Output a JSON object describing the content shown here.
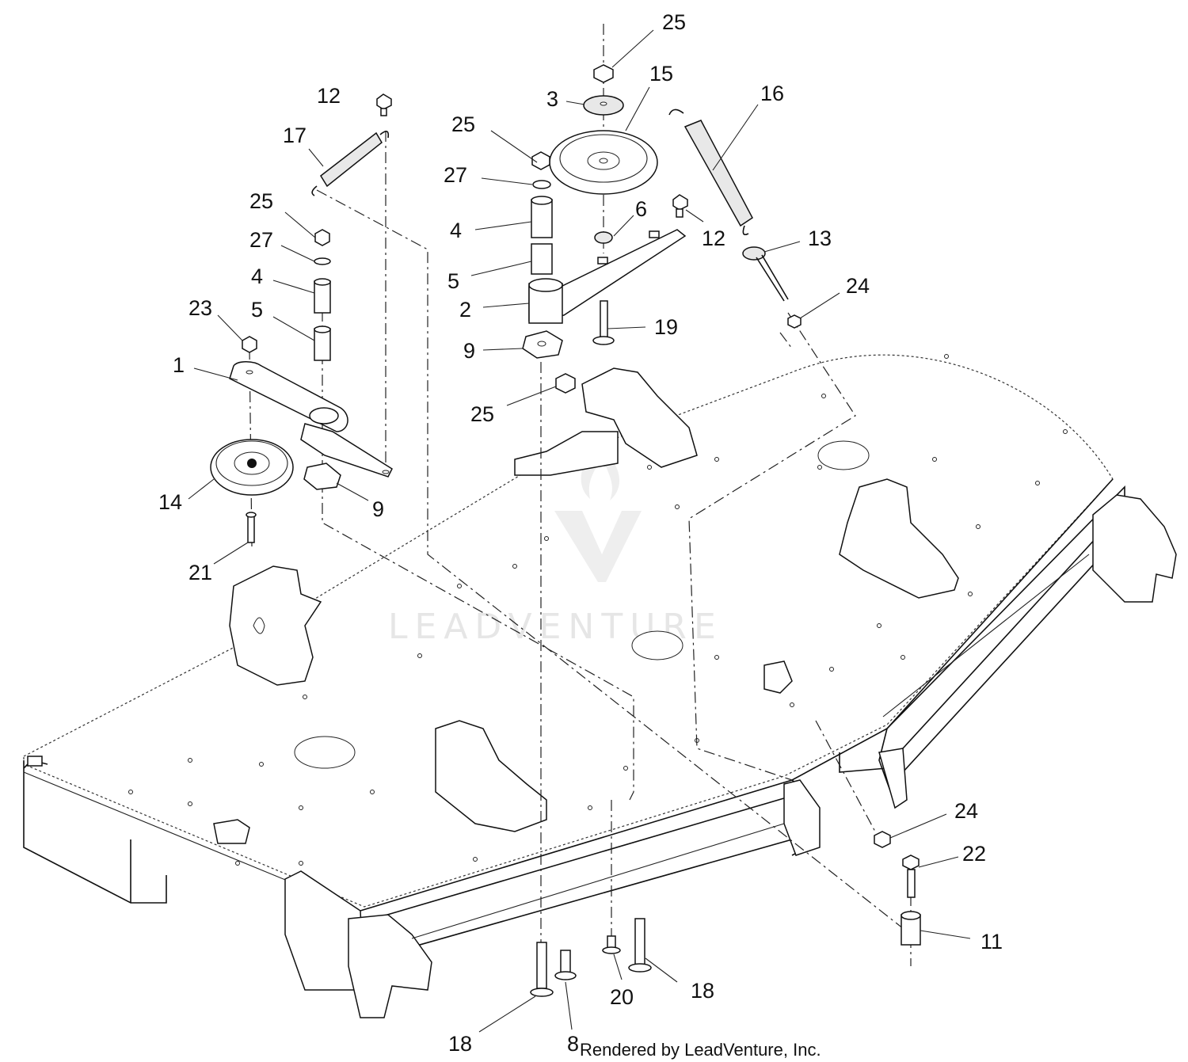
{
  "diagram": {
    "watermark": "LEADVENTURE",
    "credit": "Rendered by LeadVenture, Inc.",
    "callouts": [
      {
        "label": "25"
      },
      {
        "label": "15"
      },
      {
        "label": "3"
      },
      {
        "label": "16"
      },
      {
        "label": "12"
      },
      {
        "label": "17"
      },
      {
        "label": "25"
      },
      {
        "label": "27"
      },
      {
        "label": "4"
      },
      {
        "label": "6"
      },
      {
        "label": "12"
      },
      {
        "label": "13"
      },
      {
        "label": "25"
      },
      {
        "label": "27"
      },
      {
        "label": "4"
      },
      {
        "label": "5"
      },
      {
        "label": "5"
      },
      {
        "label": "24"
      },
      {
        "label": "23"
      },
      {
        "label": "2"
      },
      {
        "label": "19"
      },
      {
        "label": "9"
      },
      {
        "label": "1"
      },
      {
        "label": "25"
      },
      {
        "label": "14"
      },
      {
        "label": "9"
      },
      {
        "label": "21"
      },
      {
        "label": "24"
      },
      {
        "label": "22"
      },
      {
        "label": "11"
      },
      {
        "label": "20"
      },
      {
        "label": "18"
      },
      {
        "label": "18"
      },
      {
        "label": "8"
      }
    ]
  }
}
